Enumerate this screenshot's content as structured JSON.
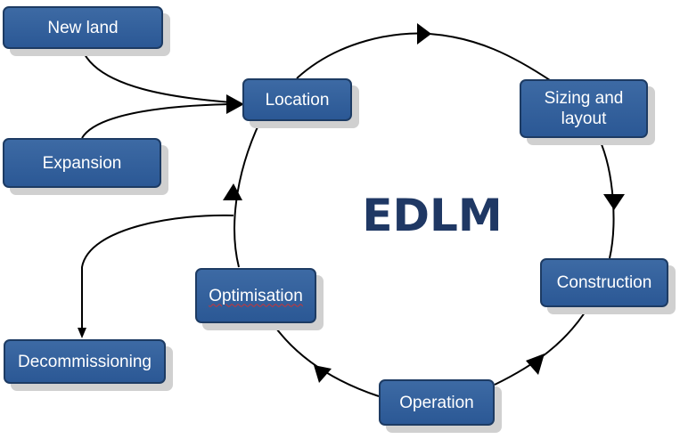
{
  "diagram": {
    "title": "EDLM",
    "nodes": {
      "new_land": "New land",
      "expansion": "Expansion",
      "location": "Location",
      "sizing_layout_line1": "Sizing and",
      "sizing_layout_line2": "layout",
      "construction": "Construction",
      "operation": "Operation",
      "optimisation": "Optimisation",
      "decommissioning": "Decommissioning"
    },
    "colors": {
      "node_fill": "#2e5b96",
      "node_border": "#1d3b63",
      "node_text": "#ffffff",
      "title": "#1f3864",
      "connector": "#000000",
      "shadow": "#d0d0d0"
    }
  }
}
